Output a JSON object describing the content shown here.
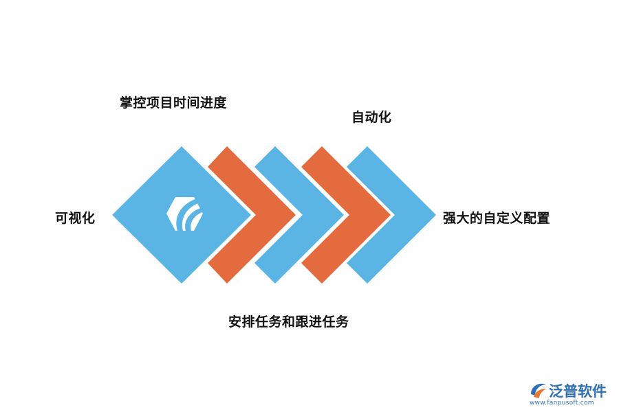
{
  "labels": {
    "top_left": "掌控项目时间进度",
    "top_right": "自动化",
    "left": "可视化",
    "right": "强大的自定义配置",
    "bottom": "安排任务和跟进任务"
  },
  "brand": {
    "name": "泛普软件",
    "url": "www.fanpusoft.com"
  },
  "colors": {
    "blue": "#5ab5e5",
    "orange": "#e36b3d",
    "text": "#111111",
    "logo_white": "#ffffff",
    "brand_blue": "#2e6fb6",
    "brand_orange": "#e8782f"
  },
  "icons": {
    "center_logo": "fanpu-logo-icon",
    "brand_logo": "fanpu-brand-icon"
  }
}
